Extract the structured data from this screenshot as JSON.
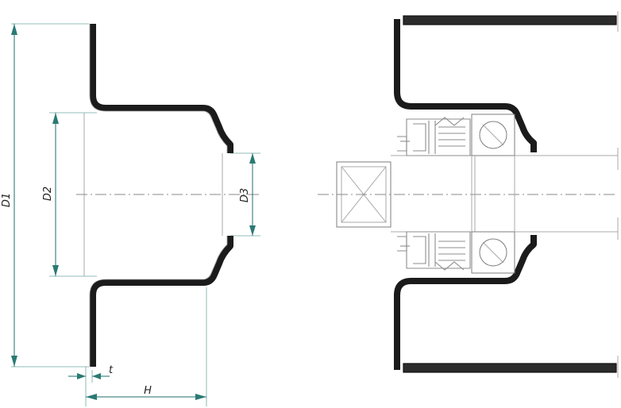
{
  "drawing": {
    "dimension_labels": {
      "d1": "D1",
      "d2": "D2",
      "d3": "D3",
      "t": "t",
      "h": "H"
    }
  }
}
